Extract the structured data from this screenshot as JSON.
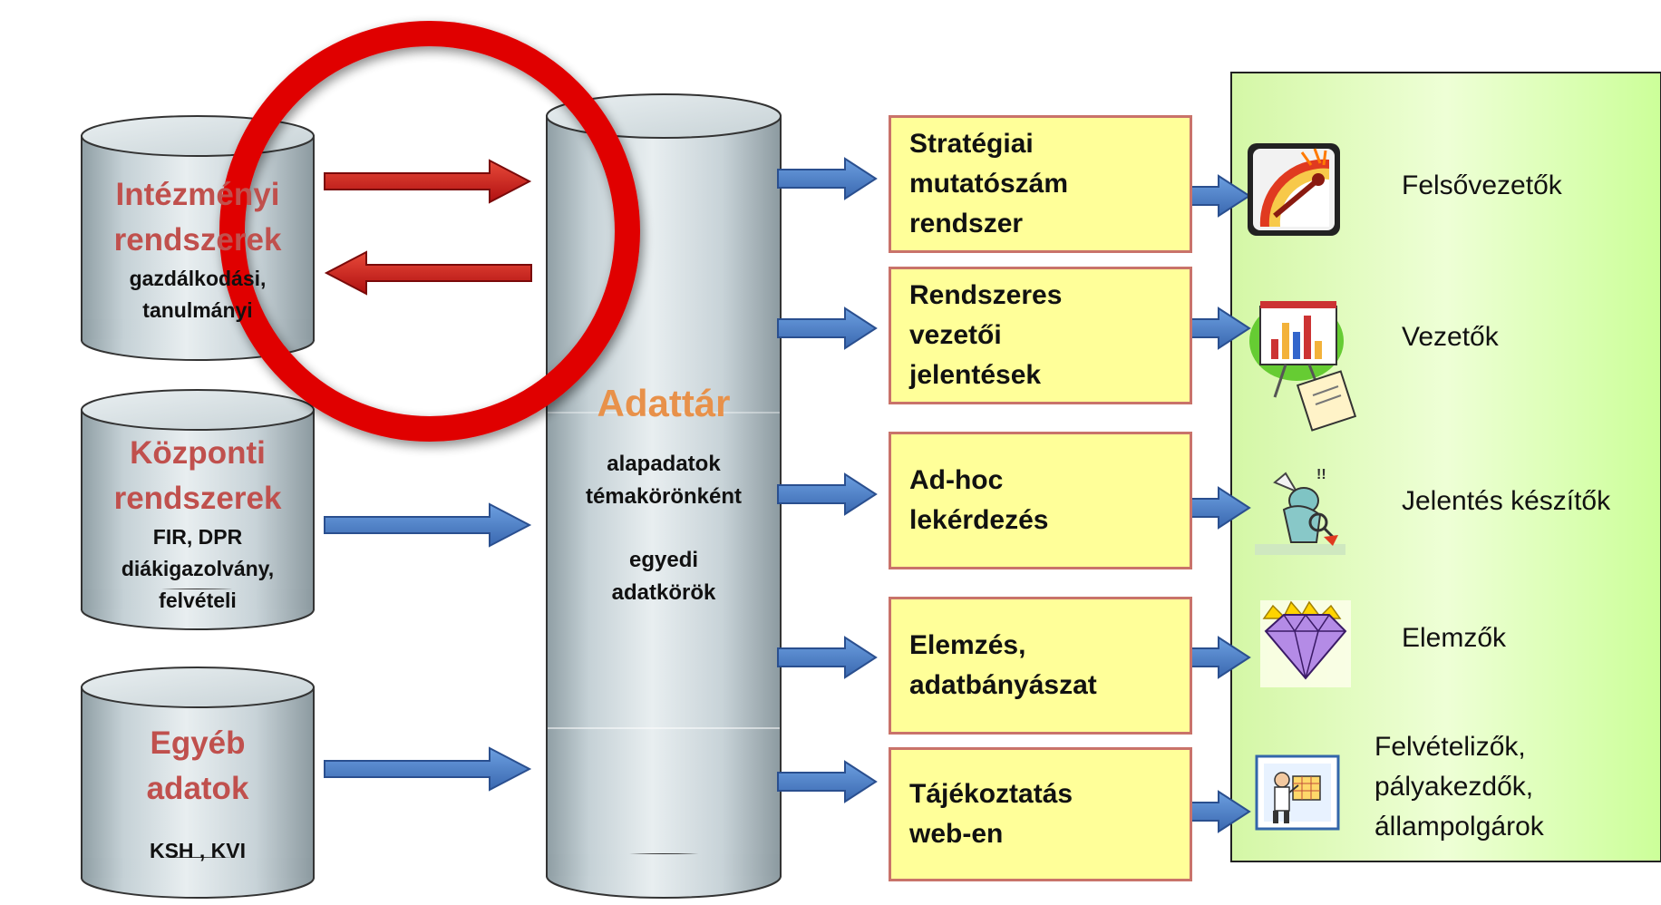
{
  "sources": [
    {
      "title": [
        "Intézményi",
        "rendszerek"
      ],
      "subtitle": [
        "gazdálkodási,",
        "tanulmányi"
      ]
    },
    {
      "title": [
        "Központi",
        "rendszerek"
      ],
      "subtitle": [
        "FIR,  DPR",
        "diákigazolvány,",
        "felvételi"
      ]
    },
    {
      "title": [
        "Egyéb",
        "adatok"
      ],
      "subtitle": [
        "KSH , KVI"
      ]
    }
  ],
  "warehouse": {
    "title": "Adattár",
    "lines": [
      "alapadatok",
      "témakörönként",
      "",
      "egyedi",
      "adatkörök"
    ]
  },
  "processes": [
    {
      "lines": [
        "Stratégiai",
        "mutatószám",
        "rendszer"
      ]
    },
    {
      "lines": [
        "Rendszeres",
        "vezetői",
        "jelentések"
      ]
    },
    {
      "lines": [
        "Ad-hoc",
        "lekérdezés"
      ]
    },
    {
      "lines": [
        "Elemzés,",
        "adatbányászat"
      ]
    },
    {
      "lines": [
        "Tájékoztatás",
        "web-en"
      ]
    }
  ],
  "audiences": [
    {
      "lines": [
        "Felsővezetők"
      ],
      "icon": "gauge-icon"
    },
    {
      "lines": [
        "Vezetők"
      ],
      "icon": "presentation-chart-icon"
    },
    {
      "lines": [
        "Jelentés készítők"
      ],
      "icon": "searching-person-icon"
    },
    {
      "lines": [
        "Elemzők"
      ],
      "icon": "diamond-icon"
    },
    {
      "lines": [
        "Felvételizők,",
        "pályakezdők,",
        "állampolgárok"
      ],
      "icon": "presenter-person-icon"
    }
  ],
  "colors": {
    "source_title": "#c0504d",
    "warehouse_title": "#e8914a",
    "process_fill": "#ffff99",
    "process_border": "#c9736a",
    "audience_panel": "#ccff99",
    "highlight_circle": "#e00000",
    "red_arrow": "#cc1111",
    "blue_arrow": "#4a7ec9"
  }
}
